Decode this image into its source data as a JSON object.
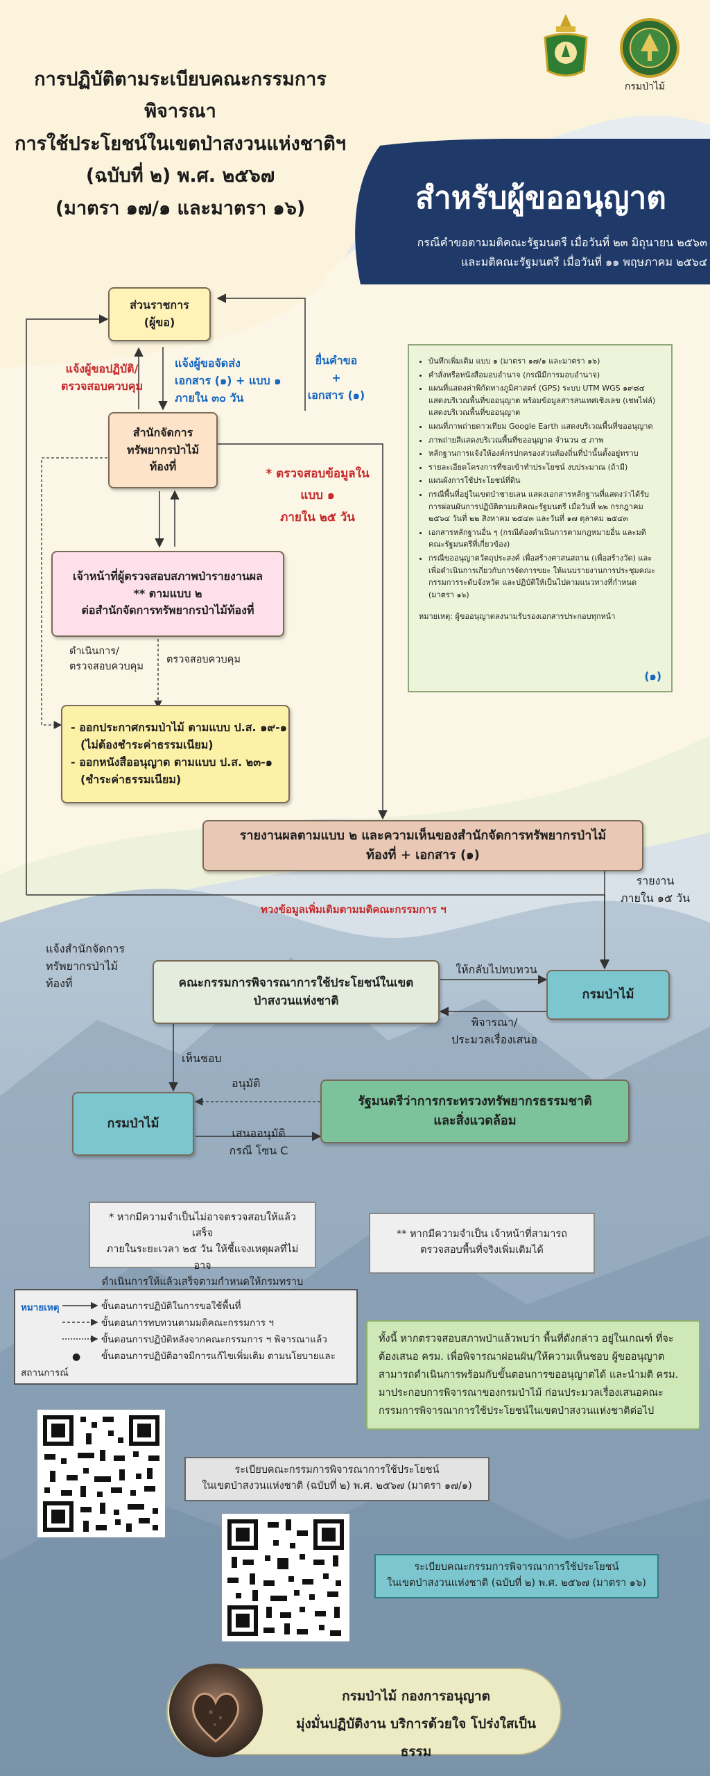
{
  "header": {
    "title_lines": [
      "การปฏิบัติตามระเบียบคณะกรรมการพิจารณา",
      "การใช้ประโยชน์ในเขตป่าสงวนแห่งชาติฯ",
      "(ฉบับที่ ๒) พ.ศ. ๒๕๖๗",
      "(มาตรา ๑๗/๑ และมาตรา ๑๖)"
    ],
    "banner_title": "สำหรับผู้ขออนุญาต",
    "banner_sub": [
      "กรณีคำขอตามมติคณะรัฐมนตรี เมื่อวันที่ ๒๓ มิถุนายน ๒๕๖๓",
      "และมติคณะรัฐมนตรี เมื่อวันที่ ๑๑ พฤษภาคม ๒๕๖๔"
    ],
    "logo_caption": "กรมป่าไม้"
  },
  "flow": {
    "applicant": [
      "ส่วนราชการ",
      "(ผู้ขอ)"
    ],
    "office": [
      "สำนักจัดการ",
      "ทรัพยากรป่าไม้",
      "ท้องที่"
    ],
    "inspector": [
      "เจ้าหน้าที่ผู้ตรวจสอบสภาพป่ารายงานผล",
      "** ตามแบบ ๒",
      "ต่อสำนักจัดการทรัพยากรป่าไม้ท้องที่"
    ],
    "issue": [
      "- ออกประกาศกรมป่าไม้ ตามแบบ ป.ส. ๑๙-๑",
      "(ไม่ต้องชำระค่าธรรมเนียม)",
      "- ออกหนังสืออนุญาต ตามแบบ ป.ส. ๒๓-๑",
      "(ชำระค่าธรรมเนียม)"
    ],
    "report": [
      "รายงานผลตามแบบ ๒ และความเห็นของสำนักจัดการทรัพยากรป่าไม้",
      "ท้องที่ + เอกสาร (๑)"
    ],
    "committee": [
      "คณะกรรมการพิจารณาการใช้ประโยชน์ในเขต",
      "ป่าสงวนแห่งชาติ"
    ],
    "rfd_right": "กรมป่าไม้",
    "rfd_left": "กรมป่าไม้",
    "minister": [
      "รัฐมนตรีว่าการกระทรวงทรัพยากรธรรมชาติ",
      "และสิ่งแวดล้อม"
    ],
    "lbl_notify": [
      "แจ้งผู้ขอปฏิบัติ/",
      "ตรวจสอบควบคุม"
    ],
    "lbl_send": [
      "แจ้งผู้ขอจัดส่ง",
      "เอกสาร (๑) + แบบ ๑",
      "ภายใน ๓๐ วัน"
    ],
    "lbl_submit": [
      "ยื่นคำขอ",
      "+",
      "เอกสาร (๑)"
    ],
    "lbl_check": [
      "* ตรวจสอบข้อมูลใน",
      "แบบ ๑",
      "ภายใน ๒๕ วัน"
    ],
    "lbl_proceed": [
      "ดำเนินการ/",
      "ตรวจสอบควบคุม"
    ],
    "lbl_control": "ตรวจสอบควบคุม",
    "lbl_report15": [
      "รายงาน",
      "ภายใน ๑๕ วัน"
    ],
    "lbl_follow": "ทวงข้อมูลเพิ่มเติมตามมติคณะกรรมการ ฯ",
    "lbl_notify_office": [
      "แจ้งสำนักจัดการ",
      "ทรัพยากรป่าไม้",
      "ท้องที่"
    ],
    "lbl_review": "ให้กลับไปทบทวน",
    "lbl_consider": [
      "พิจารณา/",
      "ประมวลเรื่องเสนอ"
    ],
    "lbl_agree": "เห็นชอบ",
    "lbl_approve": "อนุมัติ",
    "lbl_propose": [
      "เสนออนุมัติ",
      "กรณี โซน C"
    ]
  },
  "documents": {
    "items": [
      "บันทึกเพิ่มเติม แบบ ๑ (มาตรา ๑๗/๑ และมาตรา ๑๖)",
      "คำสั่งหรือหนังสือมอบอำนาจ (กรณีมีการมอบอำนาจ)",
      "แผนที่แสดงค่าพิกัดทางภูมิศาสตร์ (GPS) ระบบ UTM WGS ๑๙๘๔ แสดงบริเวณพื้นที่ขออนุญาต พร้อมข้อมูลสารสนเทศเชิงเลข (เชพไฟล์) แสดงบริเวณพื้นที่ขออนุญาต",
      "แผนที่ภาพถ่ายดาวเทียม Google Earth แสดงบริเวณพื้นที่ขออนุญาต",
      "ภาพถ่ายสีแสดงบริเวณพื้นที่ขออนุญาต จำนวน ๔ ภาพ",
      "หลักฐานการแจ้งให้องค์กรปกครองส่วนท้องถิ่นที่ป่านั้นตั้งอยู่ทราบ",
      "รายละเอียดโครงการที่ขอเข้าทำประโยชน์ งบประมาณ (ถ้ามี)",
      "แผนผังการใช้ประโยชน์ที่ดิน",
      "กรณีพื้นที่อยู่ในเขตป่าชายเลน แสดงเอกสารหลักฐานที่แสดงว่าได้รับการผ่อนผันการปฏิบัติตามมติคณะรัฐมนตรี เมื่อวันที่ ๒๒ กรกฎาคม ๒๕๖๔ วันที่ ๒๒ สิงหาคม ๒๕๔๓ และวันที่ ๑๗ ตุลาคม ๒๕๔๓",
      "เอกสารหลักฐานอื่น ๆ (กรณีต้องดำเนินการตามกฎหมายอื่น และมติคณะรัฐมนตรีที่เกี่ยวข้อง)",
      "กรณีขออนุญาตวัตถุประสงค์ เพื่อสร้างศาสนสถาน (เพื่อสร้างวัด) และเพื่อดำเนินการเกี่ยวกับการจัดการขยะ ให้แนบรายงานการประชุมคณะกรรมการระดับจังหวัด และปฏิบัติให้เป็นไปตามแนวทางที่กำหนด (มาตรา ๑๖)"
    ],
    "remark": "หมายเหตุ: ผู้ขออนุญาตลงนามรับรองเอกสารประกอบทุกหน้า",
    "number": "(๑)"
  },
  "notes": {
    "note1": [
      "* หากมีความจำเป็นไม่อาจตรวจสอบให้แล้วเสร็จ",
      "ภายในระยะเวลา ๒๕ วัน ให้ชี้แจงเหตุผลที่ไม่อาจ",
      "ดำเนินการให้แล้วเสร็จตามกำหนดให้กรมทราบ"
    ],
    "note2": [
      "** หากมีความจำเป็น เจ้าหน้าที่สามารถ",
      "ตรวจสอบพื้นที่จริงเพิ่มเติมได้"
    ]
  },
  "legend": {
    "title": "หมายเหตุ",
    "items": [
      "ขั้นตอนการปฏิบัติในการขอใช้พื้นที่",
      "ขั้นตอนการทบทวนตามมติคณะกรรมการ ฯ",
      "ขั้นตอนการปฏิบัติหลังจากคณะกรรมการ ฯ พิจารณาแล้ว",
      "ขั้นตอนการปฏิบัติอาจมีการแก้ไขเพิ่มเติม ตามนโยบายและ"
    ],
    "last": "สถานการณ์"
  },
  "green_note": "ทั้งนี้ หากตรวจสอบสภาพป่าแล้วพบว่า พื้นที่ดังกล่าว อยู่ในเกณฑ์ ที่จะต้องเสนอ ครม. เพื่อพิจารณาผ่อนผัน/ให้ความเห็นชอบ ผู้ขออนุญาตสามารถดำเนินการพร้อมกับขั้นตอนการขออนุญาตได้ และนำมติ ครม. มาประกอบการพิจารณาของกรมป่าไม้ ก่อนประมวลเรื่องเสนอคณะกรรมการพิจารณาการใช้ประโยชน์ในเขตป่าสงวนแห่งชาติต่อไป",
  "qr": {
    "caption1": [
      "ระเบียบคณะกรรมการพิจารณาการใช้ประโยชน์",
      "ในเขตป่าสงวนแห่งชาติ (ฉบับที่ ๒) พ.ศ. ๒๕๖๗ (มาตรา ๑๗/๑)"
    ],
    "caption2": [
      "ระเบียบคณะกรรมการพิจารณาการใช้ประโยชน์",
      "ในเขตป่าสงวนแห่งชาติ (ฉบับที่ ๒) พ.ศ. ๒๕๖๗ (มาตรา ๑๖)"
    ]
  },
  "footer": {
    "line1": "กรมป่าไม้ กองการอนุญาต",
    "line2": "มุ่งมั่นปฏิบัติงาน  บริการด้วยใจ  โปร่งใสเป็นธรรม"
  },
  "colors": {
    "navy": "#1f3a68",
    "cream": "#fdf6e3",
    "mist_blue": "#9fb6c9",
    "applicant": "#fff3b8",
    "office": "#fde3c8",
    "inspector": "#fde0ea",
    "issue": "#fdf1a8",
    "report": "#e9c9b6",
    "committee": "#e4ecdd",
    "rfd": "#7cc6cf",
    "minister": "#7cc29a"
  }
}
